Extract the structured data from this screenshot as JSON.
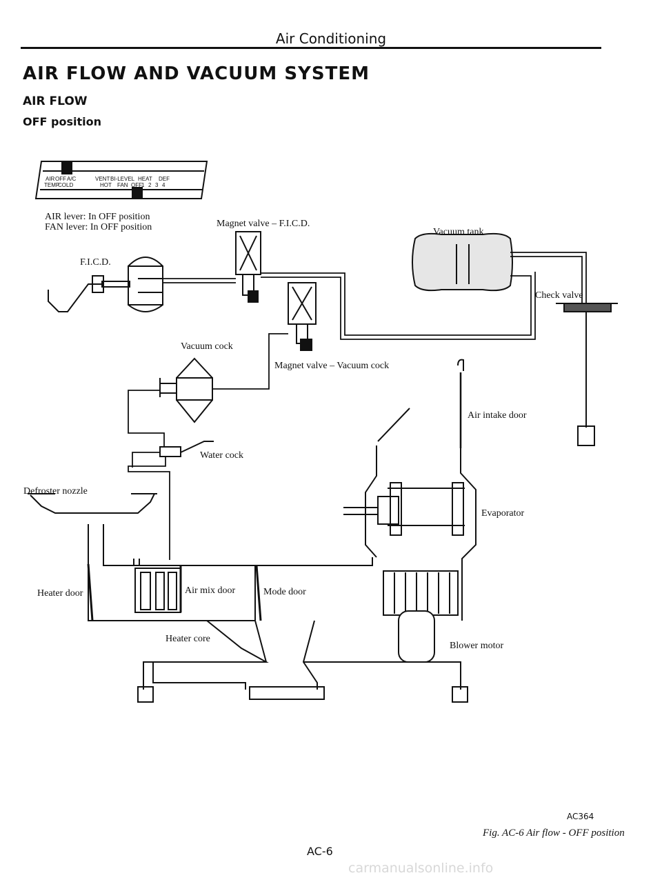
{
  "header": {
    "section": "Air Conditioning"
  },
  "title": {
    "main": "AIR FLOW AND VACUUM SYSTEM",
    "sub": "AIR FLOW",
    "subsub": "OFF position"
  },
  "panel": {
    "labels": [
      "AIR",
      "OFF",
      "A/C",
      "VENT",
      "BI-LEVEL",
      "HEAT",
      "DEF",
      "TEMP",
      "COLD",
      "HOT",
      "FAN",
      "OFF",
      "1",
      "2",
      "3",
      "4"
    ]
  },
  "labels": {
    "air_lever": "AIR lever: In OFF position",
    "fan_lever": "FAN lever: In OFF position",
    "magnet_valve_ficd": "Magnet valve – F.I.C.D.",
    "vacuum_tank": "Vacuum tank",
    "ficd": "F.I.C.D.",
    "check_valve": "Check valve",
    "vacuum_cock": "Vacuum cock",
    "magnet_valve_vacuum_cock": "Magnet valve – Vacuum cock",
    "water_cock": "Water cock",
    "air_intake_door": "Air intake door",
    "defroster_nozzle": "Defroster nozzle",
    "evaporator": "Evaporator",
    "heater_door": "Heater door",
    "air_mix_door": "Air mix door",
    "mode_door": "Mode door",
    "heater_core": "Heater core",
    "blower_motor": "Blower motor"
  },
  "footer": {
    "figure_code": "AC364",
    "caption": "Fig. AC-6 Air flow - OFF position",
    "page": "AC-6",
    "watermark": "carmanualsonline.info"
  }
}
